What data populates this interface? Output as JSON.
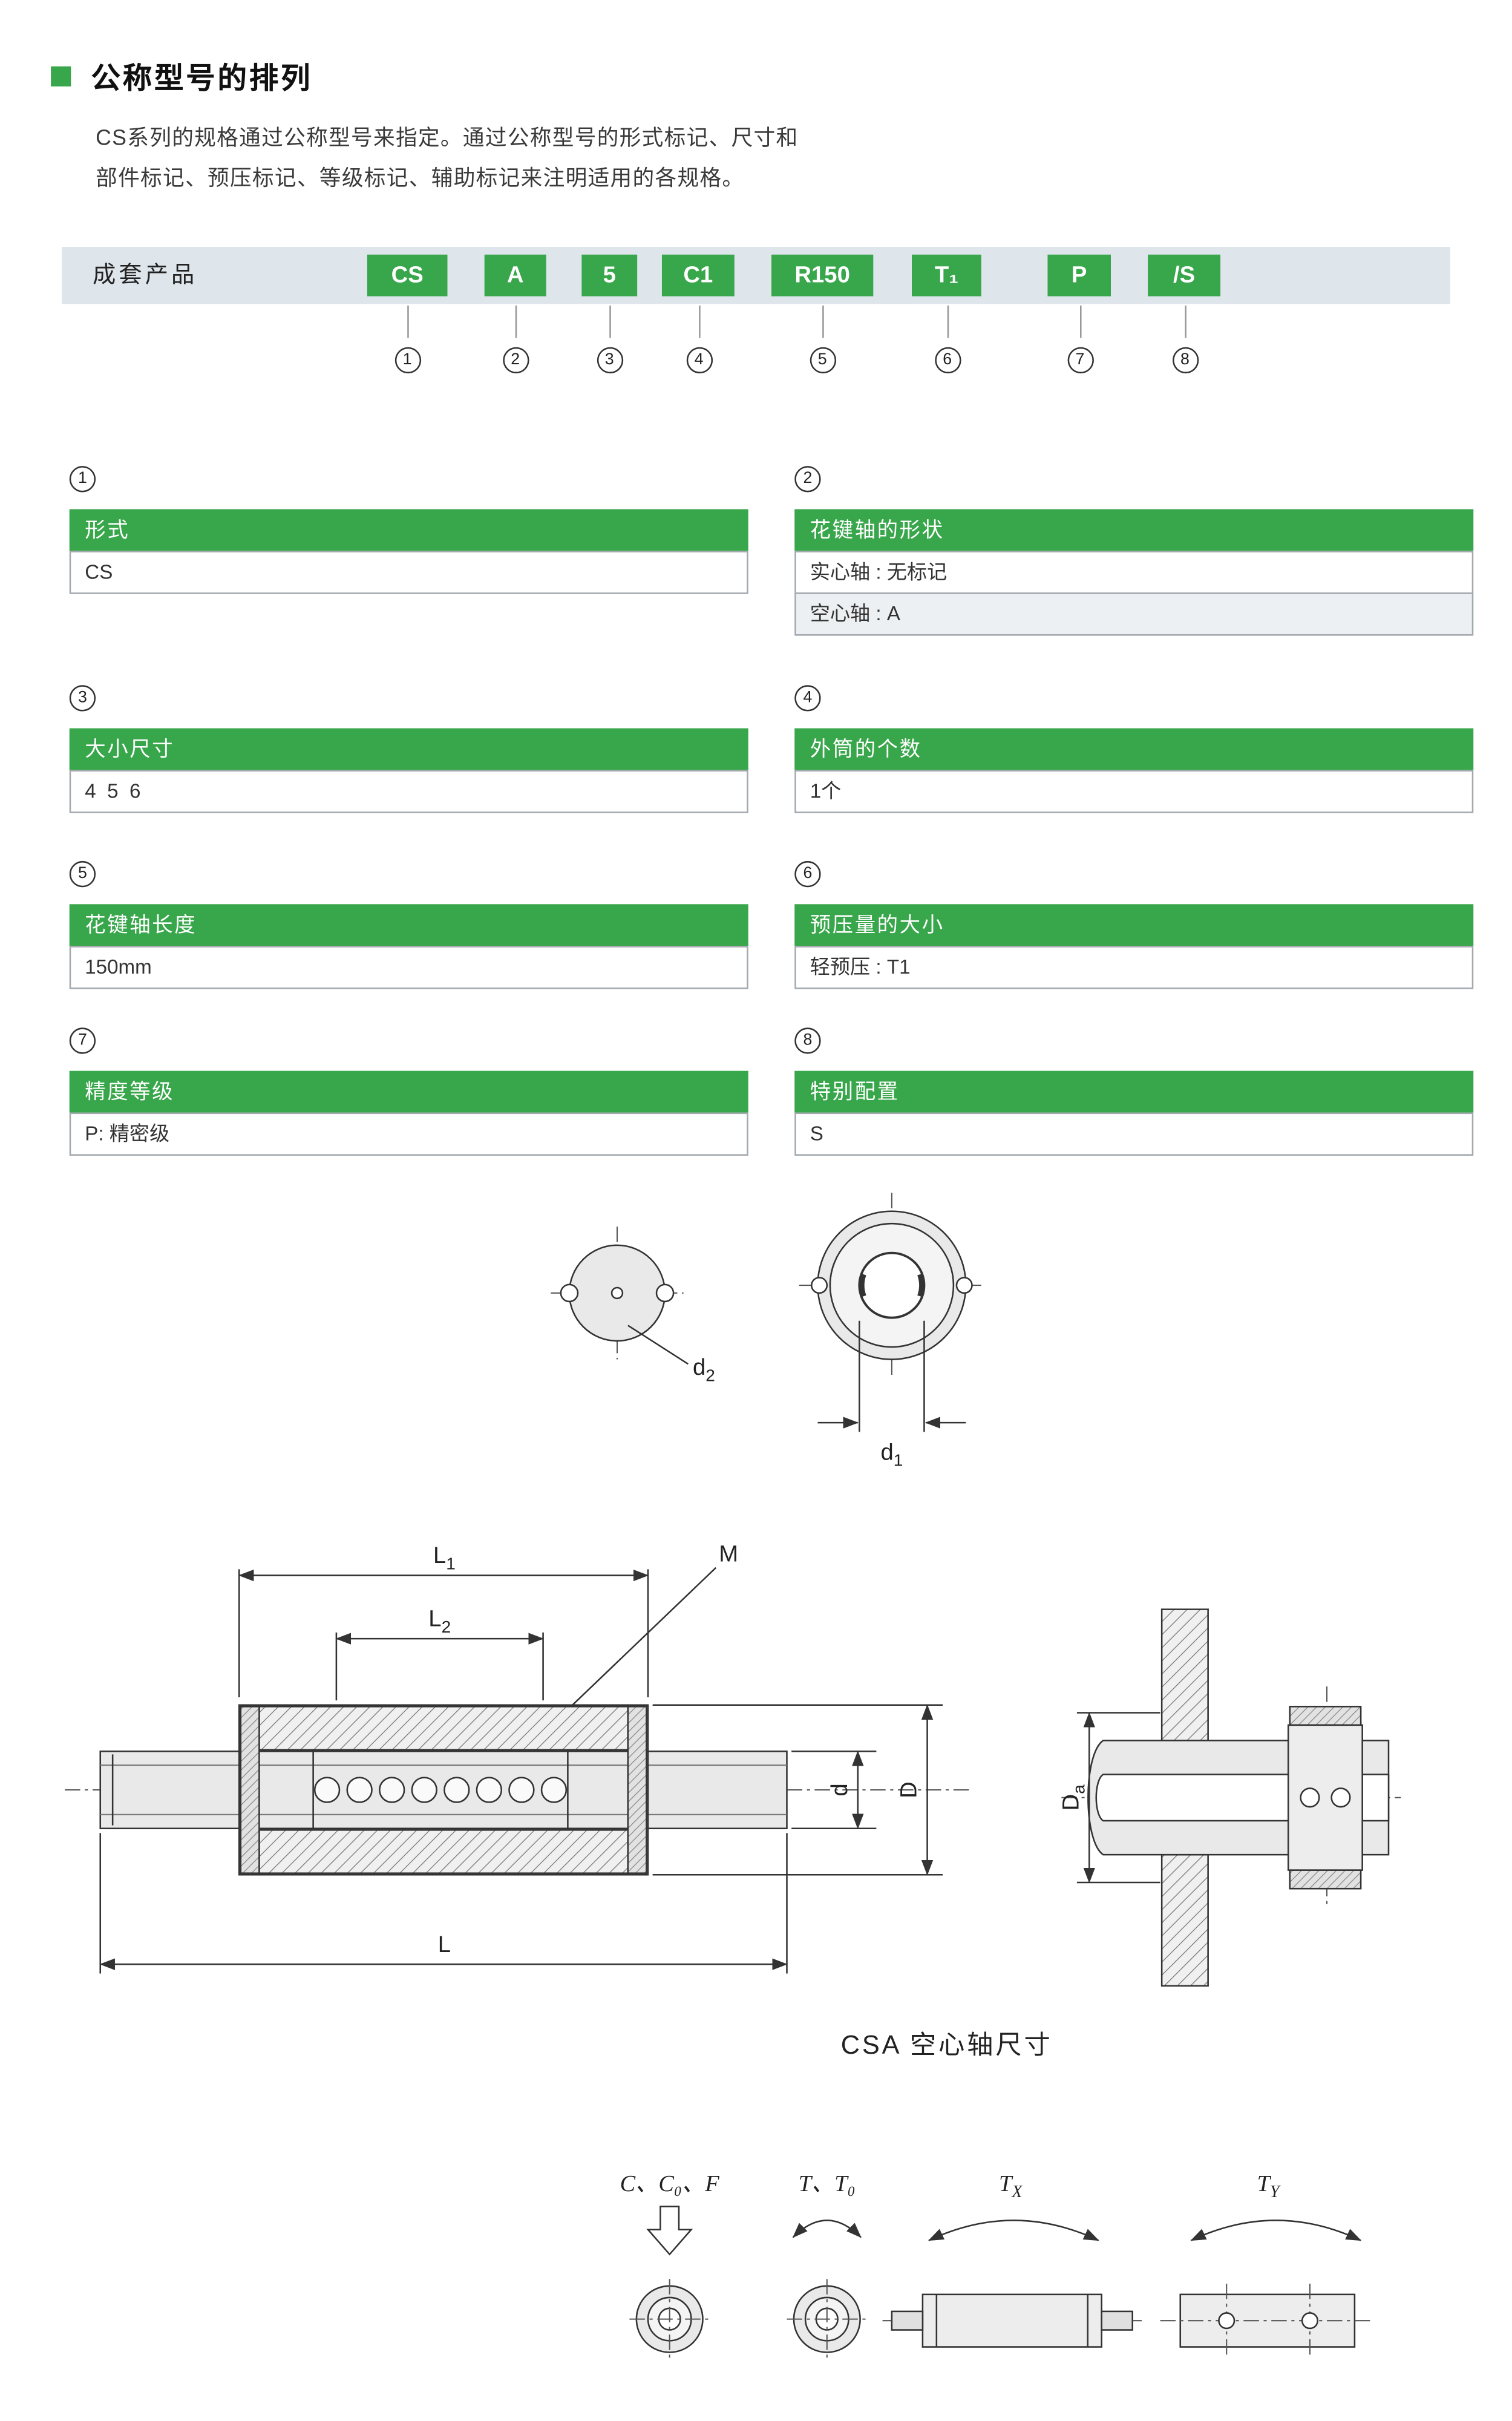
{
  "colors": {
    "accent": "#38a64a",
    "bar_bg": "#dee5eb",
    "alt_row_bg": "#edf0f2",
    "border": "#a3a9af",
    "text": "#333333"
  },
  "header": {
    "title": "公称型号的排列",
    "description_line1": "CS系列的规格通过公称型号来指定。通过公称型号的形式标记、尺寸和",
    "description_line2": "部件标记、预压标记、等级标记、辅助标记来注明适用的各规格。"
  },
  "model_bar": {
    "label": "成套产品",
    "segments": [
      {
        "code": "CS",
        "num": "1"
      },
      {
        "code": "A",
        "num": "2"
      },
      {
        "code": "5",
        "num": "3"
      },
      {
        "code": "C1",
        "num": "4"
      },
      {
        "code": "R150",
        "num": "5"
      },
      {
        "code": "T₁",
        "num": "6"
      },
      {
        "code": "P",
        "num": "7"
      },
      {
        "code": "/S",
        "num": "8"
      }
    ]
  },
  "sections": [
    {
      "num": "1",
      "title": "形式",
      "rows": [
        "CS"
      ]
    },
    {
      "num": "2",
      "title": "花键轴的形状",
      "rows": [
        "实心轴 : 无标记",
        "空心轴 : A"
      ]
    },
    {
      "num": "3",
      "title": "大小尺寸",
      "rows": [
        "4  5  6"
      ]
    },
    {
      "num": "4",
      "title": "外筒的个数",
      "rows": [
        "1个"
      ]
    },
    {
      "num": "5",
      "title": "花键轴长度",
      "rows": [
        "150mm"
      ]
    },
    {
      "num": "6",
      "title": "预压量的大小",
      "rows": [
        "轻预压 : T1"
      ]
    },
    {
      "num": "7",
      "title": "精度等级",
      "rows": [
        "P: 精密级"
      ]
    },
    {
      "num": "8",
      "title": "特别配置",
      "rows": [
        "S"
      ]
    }
  ],
  "drawings": {
    "dim_labels": {
      "d2": {
        "base": "d",
        "sub": "2"
      },
      "d1": {
        "base": "d",
        "sub": "1"
      },
      "L1": {
        "base": "L",
        "sub": "1"
      },
      "L2": {
        "base": "L",
        "sub": "2"
      },
      "M": "M",
      "d": "d",
      "D": "D",
      "L": "L",
      "Da": {
        "base": "D",
        "sub": "a"
      }
    },
    "caption": "CSA 空心轴尺寸"
  },
  "load_icons": [
    {
      "label": "C、C₀、F"
    },
    {
      "label": "T、T₀"
    },
    {
      "base": "T",
      "sub": "X"
    },
    {
      "base": "T",
      "sub": "Y"
    }
  ]
}
